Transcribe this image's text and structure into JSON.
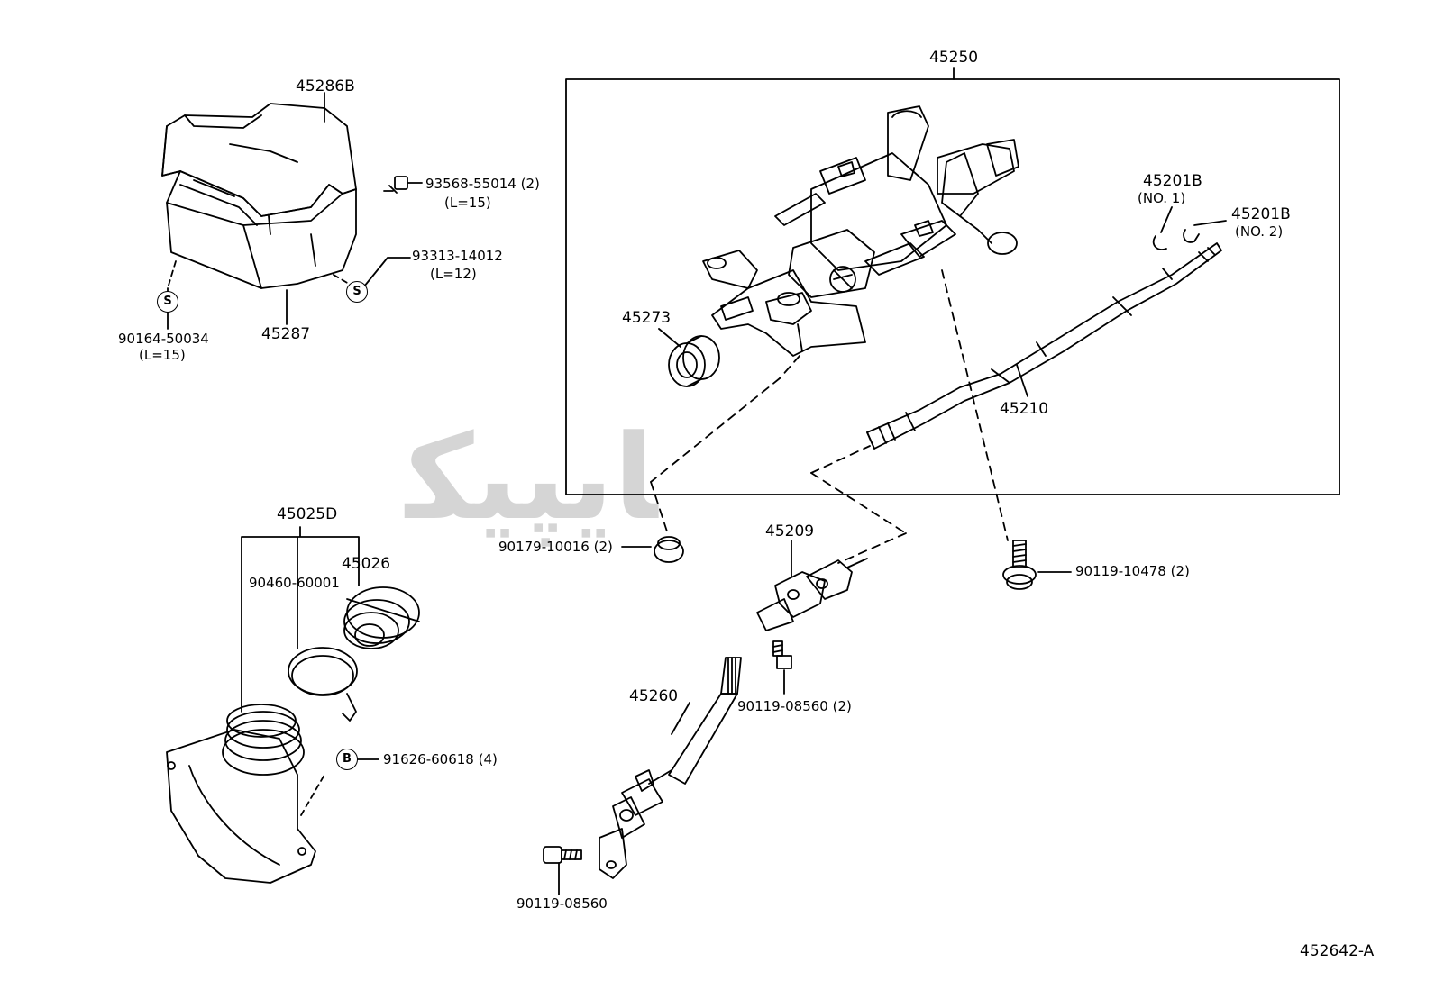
{
  "watermark": "ﺎﯾﭙﯿﻜ",
  "figure_code": "452642-A",
  "labels": {
    "p45286B": "45286B",
    "p45287": "45287",
    "p90164": "90164-50034",
    "p90164_len": "(L=15)",
    "p93568": "93568-55014 (2)",
    "p93568_len": "(L=15)",
    "p93313": "93313-14012",
    "p93313_len": "(L=12)",
    "p45250": "45250",
    "p45273": "45273",
    "p45201B1": "45201B",
    "p45201B1_no": "(NO. 1)",
    "p45201B2": "45201B",
    "p45201B2_no": "(NO. 2)",
    "p45210": "45210",
    "p90179": "90179-10016 (2)",
    "p45209": "45209",
    "p90119_10478": "90119-10478 (2)",
    "p90119_08560_2": "90119-08560 (2)",
    "p45025D": "45025D",
    "p90460": "90460-60001",
    "p45026": "45026",
    "p91626": "91626-60618 (4)",
    "p45260": "45260",
    "p90119_08560": "90119-08560"
  },
  "symbols": {
    "s1": "S",
    "s2": "S",
    "b1": "B"
  }
}
